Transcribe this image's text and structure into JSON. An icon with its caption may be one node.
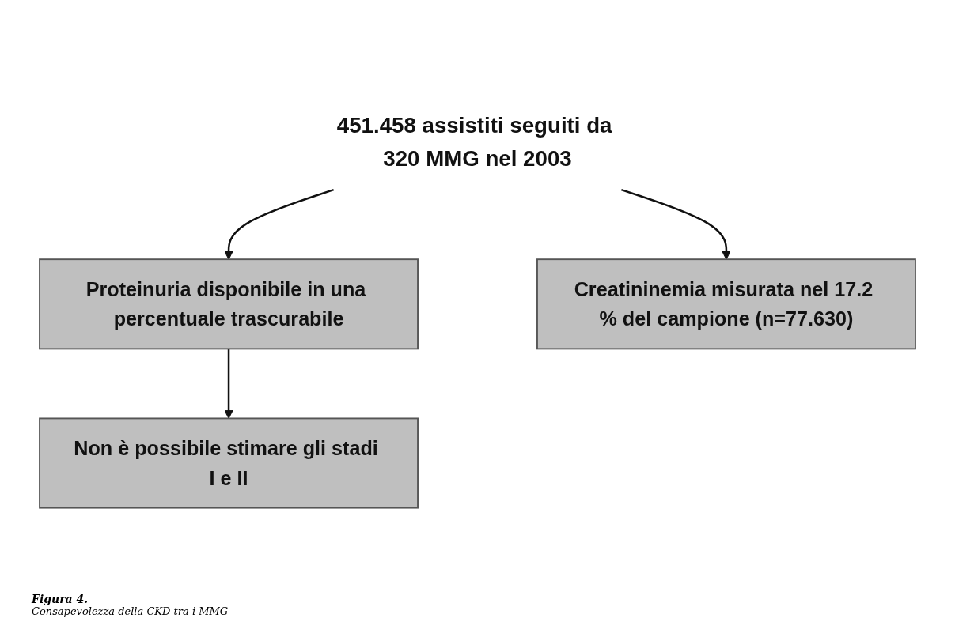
{
  "diagram": {
    "caption": "Consapevolezza della CKD tra i MMG",
    "nodes": [
      {
        "text": [
          "451.458 assistiti seguiti da 320 MMG nel 2003"
        ]
      },
      {
        "text": [
          "Proteinuria disponibile in una percentuale trascurabile"
        ]
      },
      {
        "text": [
          "Creatininemia misurata nel 17.2 % del campione (n=77.630)"
        ]
      },
      {
        "text": [
          "Non è possibile stimare gli stadi I e II"
        ]
      }
    ],
    "edges": [
      {
        "from": 0,
        "to": 1,
        "arrow": "to"
      },
      {
        "from": 0,
        "to": 2,
        "arrow": "to"
      },
      {
        "from": 1,
        "to": 3,
        "arrow": "to"
      }
    ],
    "labels": [
      "Figura 4."
    ]
  }
}
